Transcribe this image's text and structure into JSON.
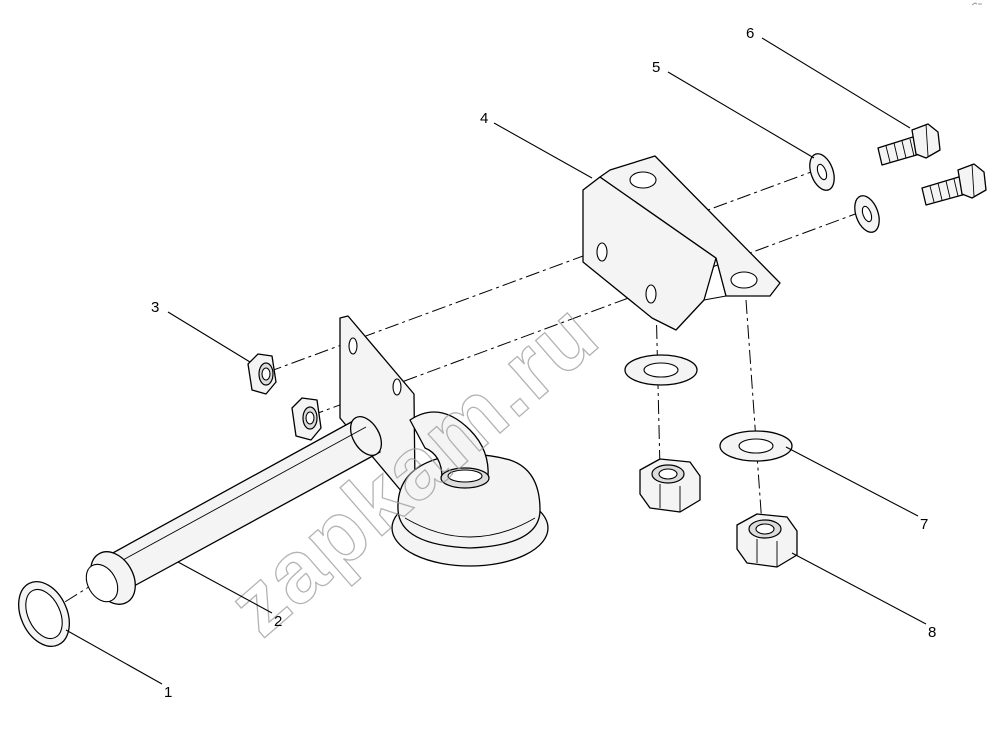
{
  "diagram": {
    "watermark": "zapkam.ru",
    "callouts": [
      {
        "id": "1",
        "label": "1"
      },
      {
        "id": "2",
        "label": "2"
      },
      {
        "id": "3",
        "label": "3"
      },
      {
        "id": "4",
        "label": "4"
      },
      {
        "id": "5",
        "label": "5"
      },
      {
        "id": "6",
        "label": "6"
      },
      {
        "id": "7",
        "label": "7"
      },
      {
        "id": "8",
        "label": "8"
      }
    ]
  }
}
